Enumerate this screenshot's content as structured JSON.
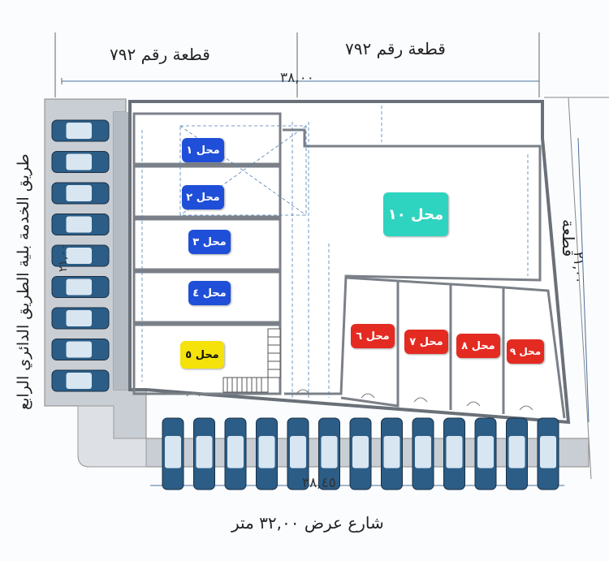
{
  "labels": {
    "plot_top_left": "قطعة رقم ٧٩٢",
    "plot_top_right": "قطعة رقم ٧٩٢",
    "top_dimension": "٣٨,٠٠",
    "right_plot": "قطعة",
    "right_dimension": "٢١,٠٠",
    "left_road": "طريق الخدمة بلية الطريق الدائري الرابع",
    "left_dimension": "٢١,٠٠",
    "bottom_dimension": "٣٨,٤٥",
    "street": "شارع عرض ٣٢,٠٠ متر"
  },
  "shops": [
    {
      "id": "1",
      "label": "محل ١",
      "color": "#1f4fd8"
    },
    {
      "id": "2",
      "label": "محل ٢",
      "color": "#1f4fd8"
    },
    {
      "id": "3",
      "label": "محل ٣",
      "color": "#1f4fd8"
    },
    {
      "id": "4",
      "label": "محل ٤",
      "color": "#1f4fd8"
    },
    {
      "id": "5",
      "label": "محل ٥",
      "color": "#f4e20a"
    },
    {
      "id": "6",
      "label": "محل ٦",
      "color": "#e42b22"
    },
    {
      "id": "7",
      "label": "محل ٧",
      "color": "#e42b22"
    },
    {
      "id": "8",
      "label": "محل ٨",
      "color": "#e42b22"
    },
    {
      "id": "9",
      "label": "محل ٩",
      "color": "#e42b22"
    },
    {
      "id": "10",
      "label": "محل ١٠",
      "color": "#2fd4c0"
    }
  ],
  "colors": {
    "wall": "#6a7078",
    "sidewalk": "#aab2bb",
    "car": "#2b5d86",
    "dimension": "#4b6f9b"
  }
}
